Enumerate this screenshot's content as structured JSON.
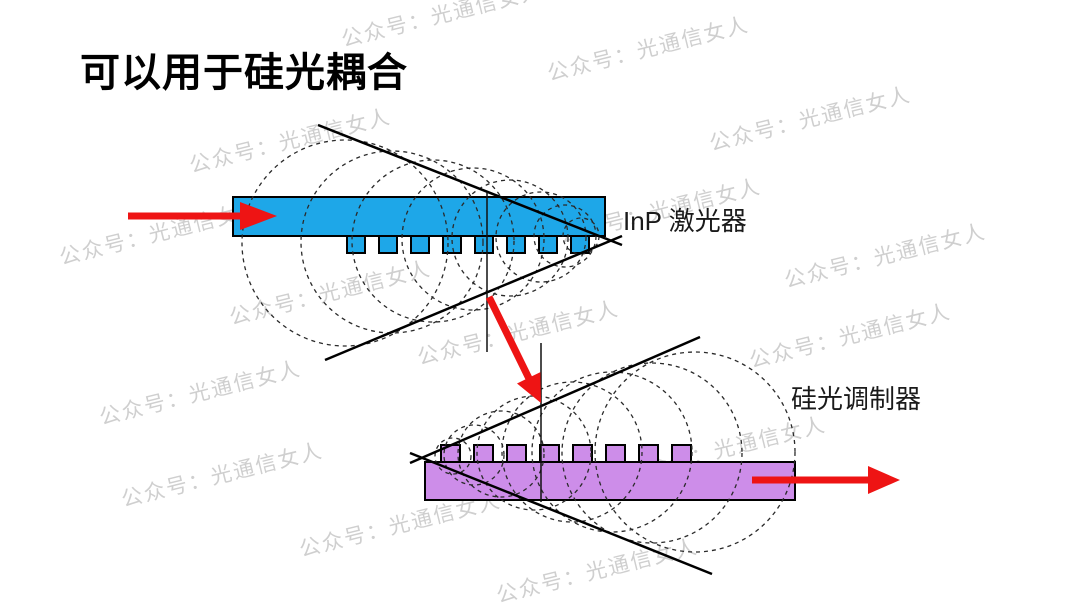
{
  "title": "可以用于硅光耦合",
  "diagram": {
    "laser": {
      "label": "InP 激光器"
    },
    "modulator": {
      "label": "硅光调制器"
    }
  },
  "watermark": {
    "text": "公众号：光通信女人"
  },
  "colors": {
    "laser_fill": "#1EA7E8",
    "modulator_fill": "#CD8DE9",
    "arrow_red": "#EE1414",
    "outline_black": "#000000",
    "wavefront_gray": "#2a2a2a",
    "watermark_gray": "#cfcfcf"
  }
}
